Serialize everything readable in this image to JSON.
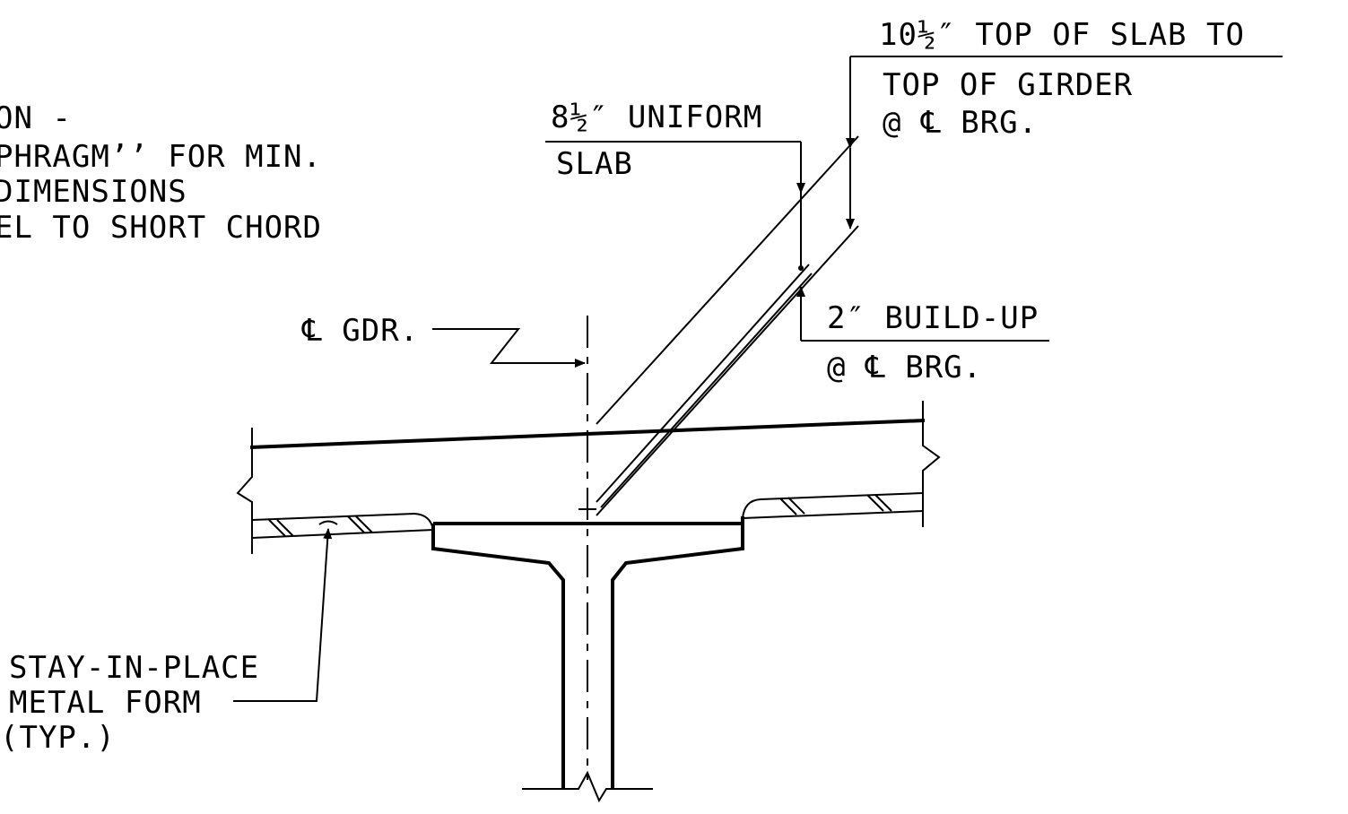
{
  "notes": {
    "left_line1": "ON -",
    "left_line2": "PHRAGM’’ FOR MIN.",
    "left_line3": "DIMENSIONS",
    "left_line4": "EL TO SHORT CHORD"
  },
  "labels": {
    "slab_top_line1": "10½″ TOP OF SLAB TO",
    "slab_top_line2": "TOP OF GIRDER",
    "slab_top_line3": "@ ℄ BRG.",
    "uniform_slab_line1": "8½″ UNIFORM",
    "uniform_slab_line2": "SLAB",
    "buildup_line1": "2″ BUILD-UP",
    "buildup_line2": "@ ℄ BRG.",
    "centerline_girder": "℄ GDR.",
    "form_line1": "STAY-IN-PLACE",
    "form_line2": "METAL FORM",
    "form_line3": "(TYP.)"
  },
  "colors": {
    "ink": "#000000",
    "background": "#ffffff"
  }
}
